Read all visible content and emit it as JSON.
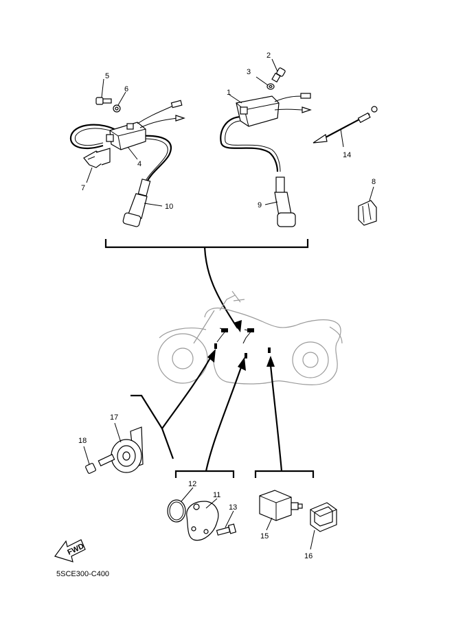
{
  "callouts": [
    {
      "id": "c1",
      "text": "1"
    },
    {
      "id": "c2",
      "text": "2"
    },
    {
      "id": "c3",
      "text": "3"
    },
    {
      "id": "c4",
      "text": "4"
    },
    {
      "id": "c5",
      "text": "5"
    },
    {
      "id": "c6",
      "text": "6"
    },
    {
      "id": "c7",
      "text": "7"
    },
    {
      "id": "c8",
      "text": "8"
    },
    {
      "id": "c9",
      "text": "9"
    },
    {
      "id": "c10",
      "text": "10"
    },
    {
      "id": "c11",
      "text": "11"
    },
    {
      "id": "c12",
      "text": "12"
    },
    {
      "id": "c13",
      "text": "13"
    },
    {
      "id": "c14",
      "text": "14"
    },
    {
      "id": "c15",
      "text": "15"
    },
    {
      "id": "c16",
      "text": "16"
    },
    {
      "id": "c17",
      "text": "17"
    },
    {
      "id": "c18",
      "text": "18"
    }
  ],
  "fwd_label": "FWD",
  "diagram_code": "5SCE300-C400"
}
